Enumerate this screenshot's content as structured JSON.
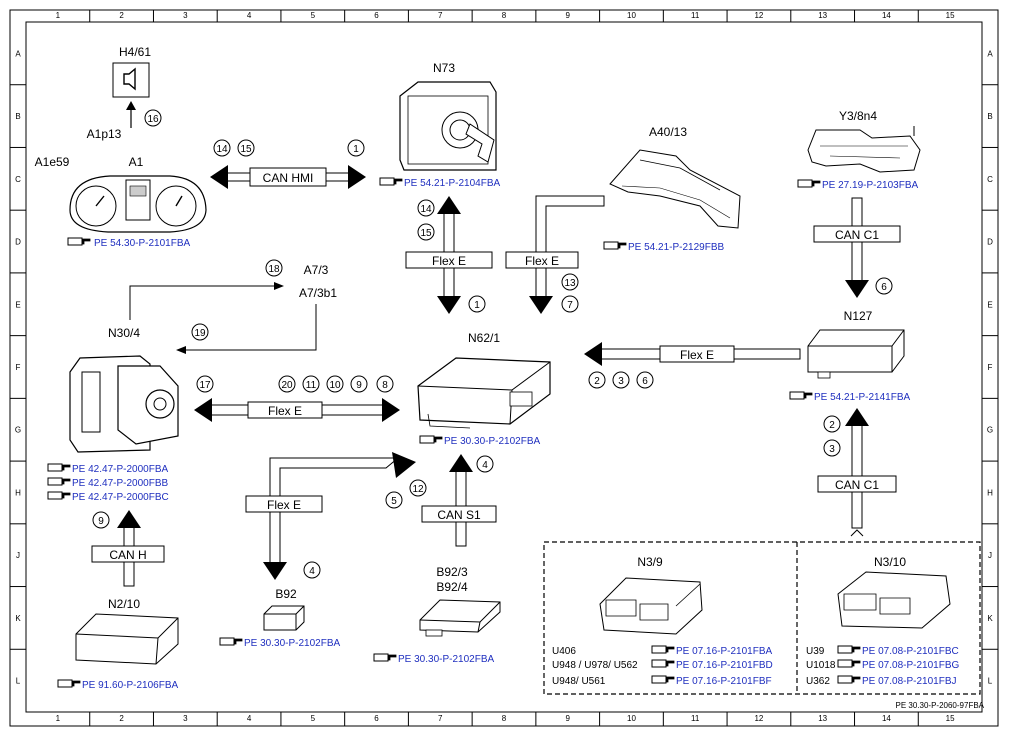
{
  "grid": {
    "cols": [
      "1",
      "2",
      "3",
      "4",
      "5",
      "6",
      "7",
      "8",
      "9",
      "10",
      "11",
      "12",
      "13",
      "14",
      "15"
    ],
    "rows": [
      "A",
      "B",
      "C",
      "D",
      "E",
      "F",
      "G",
      "H",
      "J",
      "K",
      "L"
    ]
  },
  "components": {
    "H4_61": "H4/61",
    "A1p13": "A1p13",
    "A1": "A1",
    "A1e59": "A1e59",
    "N73": "N73",
    "A40_13": "A40/13",
    "Y3_8n4": "Y3/8n4",
    "A7_3": "A7/3",
    "A7_3b1": "A7/3b1",
    "N30_4": "N30/4",
    "N62_1": "N62/1",
    "N127": "N127",
    "B92": "B92",
    "B92_3": "B92/3",
    "B92_4": "B92/4",
    "N3_9": "N3/9",
    "N3_10": "N3/10",
    "N2_10": "N2/10"
  },
  "buses": {
    "can_hmi": "CAN HMI",
    "flex_e": "Flex E",
    "can_c1": "CAN C1",
    "can_s1": "CAN S1",
    "can_h": "CAN H"
  },
  "refs": {
    "a1": "PE 54.30-P-2101FBA",
    "n73": "PE 54.21-P-2104FBA",
    "a40": "PE 54.21-P-2129FBB",
    "y3": "PE 27.19-P-2103FBA",
    "n127": "PE 54.21-P-2141FBA",
    "n62": "PE 30.30-P-2102FBA",
    "n30_a": "PE 42.47-P-2000FBA",
    "n30_b": "PE 42.47-P-2000FBB",
    "n30_c": "PE 42.47-P-2000FBC",
    "b92": "PE 30.30-P-2102FBA",
    "b92_3": "PE 30.30-P-2102FBA",
    "n2_10": "PE 91.60-P-2106FBA",
    "n3_9_a": "PE 07.16-P-2101FBA",
    "n3_9_b": "PE 07.16-P-2101FBD",
    "n3_9_c": "PE 07.16-P-2101FBF",
    "n3_10_a": "PE 07.08-P-2101FBC",
    "n3_10_b": "PE 07.08-P-2101FBG",
    "n3_10_c": "PE 07.08-P-2101FBJ"
  },
  "codes": {
    "u406": "U406",
    "u948_u978_u562": "U948 / U978/ U562",
    "u948_u561": "U948/ U561",
    "u39": "U39",
    "u1018": "U1018",
    "u362": "U362"
  },
  "numbers": {
    "n16": "16",
    "n14": "14",
    "n15": "15",
    "n1": "1",
    "n13": "13",
    "n7": "7",
    "n6": "6",
    "n18": "18",
    "n19": "19",
    "n17": "17",
    "n20": "20",
    "n11": "11",
    "n10": "10",
    "n9": "9",
    "n8": "8",
    "n2": "2",
    "n3": "3",
    "n4": "4",
    "n5": "5",
    "n12": "12"
  },
  "footer": "PE 30.30-P-2060-97FBA"
}
